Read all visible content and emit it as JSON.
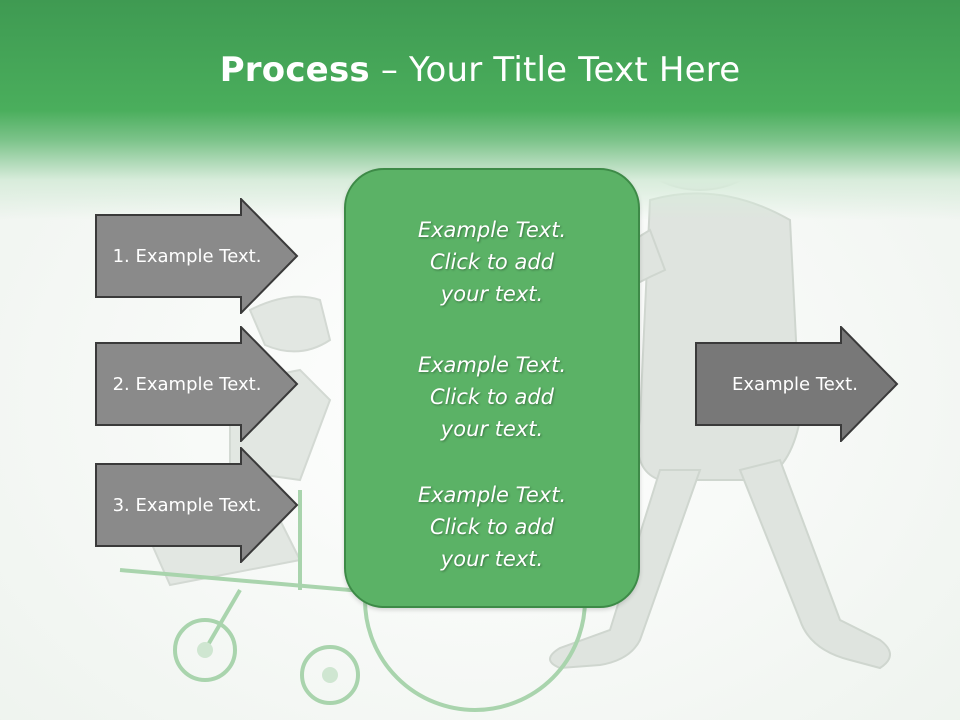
{
  "slide": {
    "title_bold": "Process",
    "title_rest": " – Your Title Text Here"
  },
  "left_arrows": [
    {
      "label": "1. Example Text."
    },
    {
      "label": "2. Example Text."
    },
    {
      "label": "3. Example Text."
    }
  ],
  "center_box": {
    "paragraphs": [
      {
        "line1": "Example Text.",
        "line2": "Click  to add",
        "line3": "your text."
      },
      {
        "line1": "Example Text.",
        "line2": "Click  to add",
        "line3": "your text."
      },
      {
        "line1": "Example Text.",
        "line2": "Click  to add",
        "line3": "your text."
      }
    ]
  },
  "right_arrow": {
    "label": "Example Text."
  },
  "colors": {
    "header_green": "#4aae5c",
    "box_green": "#5bb266",
    "arrow_gray": "#8a8a8a",
    "arrow_border": "#3a3a3a"
  }
}
